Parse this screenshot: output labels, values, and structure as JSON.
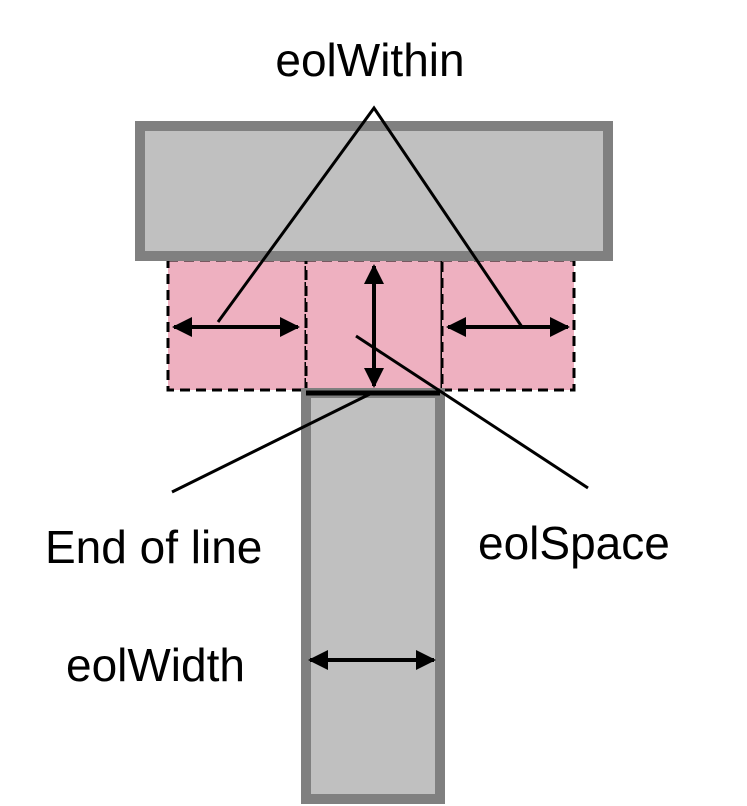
{
  "labels": {
    "eol_within": "eolWithin",
    "end_of_line": "End of line",
    "eol_space": "eolSpace",
    "eol_width": "eolWidth"
  },
  "colors": {
    "shape_fill": "#c0c0c0",
    "shape_stroke": "#808080",
    "region_fill": "#eeb0c0",
    "line": "#000000",
    "background": "#ffffff"
  }
}
